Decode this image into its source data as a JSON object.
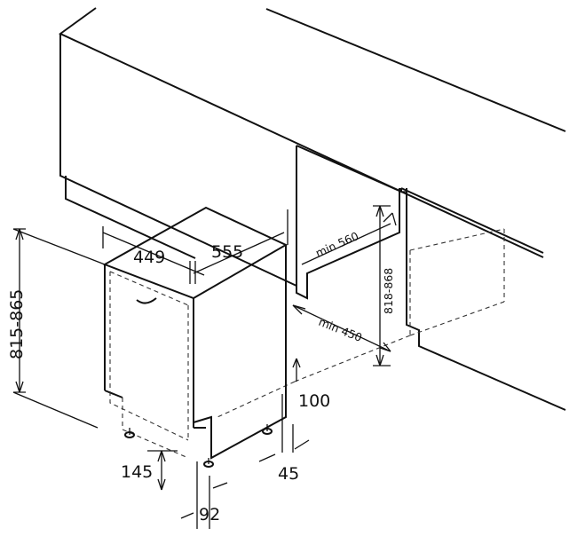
{
  "dimensions": {
    "height_range": "815-865",
    "width": "449",
    "depth": "555",
    "niche_depth_min": "min 560",
    "niche_width_min": "min 450",
    "niche_height": "818-868",
    "plinth_height": "100",
    "foot_height": "145",
    "plinth_setback": "45",
    "foot_offset": "92"
  }
}
